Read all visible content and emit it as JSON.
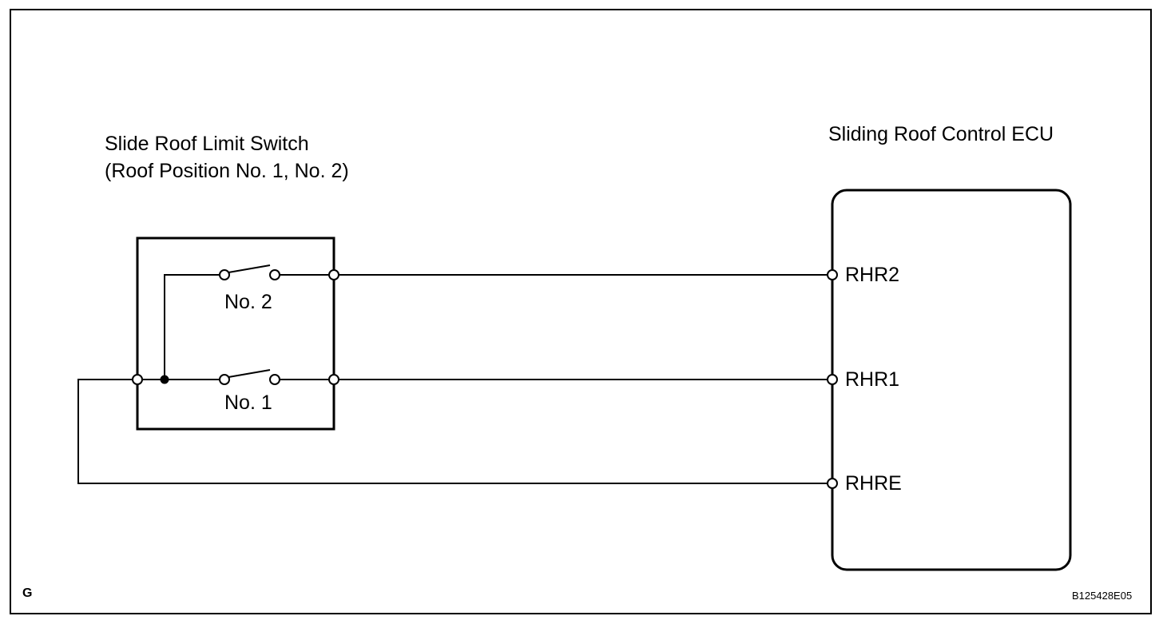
{
  "switch_title": {
    "line1": "Slide Roof Limit Switch",
    "line2": "(Roof Position No. 1, No. 2)"
  },
  "ecu_title": "Sliding Roof Control ECU",
  "switches": {
    "no2_label": "No. 2",
    "no1_label": "No. 1"
  },
  "ecu_terminals": {
    "rhr2": "RHR2",
    "rhr1": "RHR1",
    "rhre": "RHRE"
  },
  "corner_marks": {
    "left": "G",
    "right": "B125428E05"
  }
}
